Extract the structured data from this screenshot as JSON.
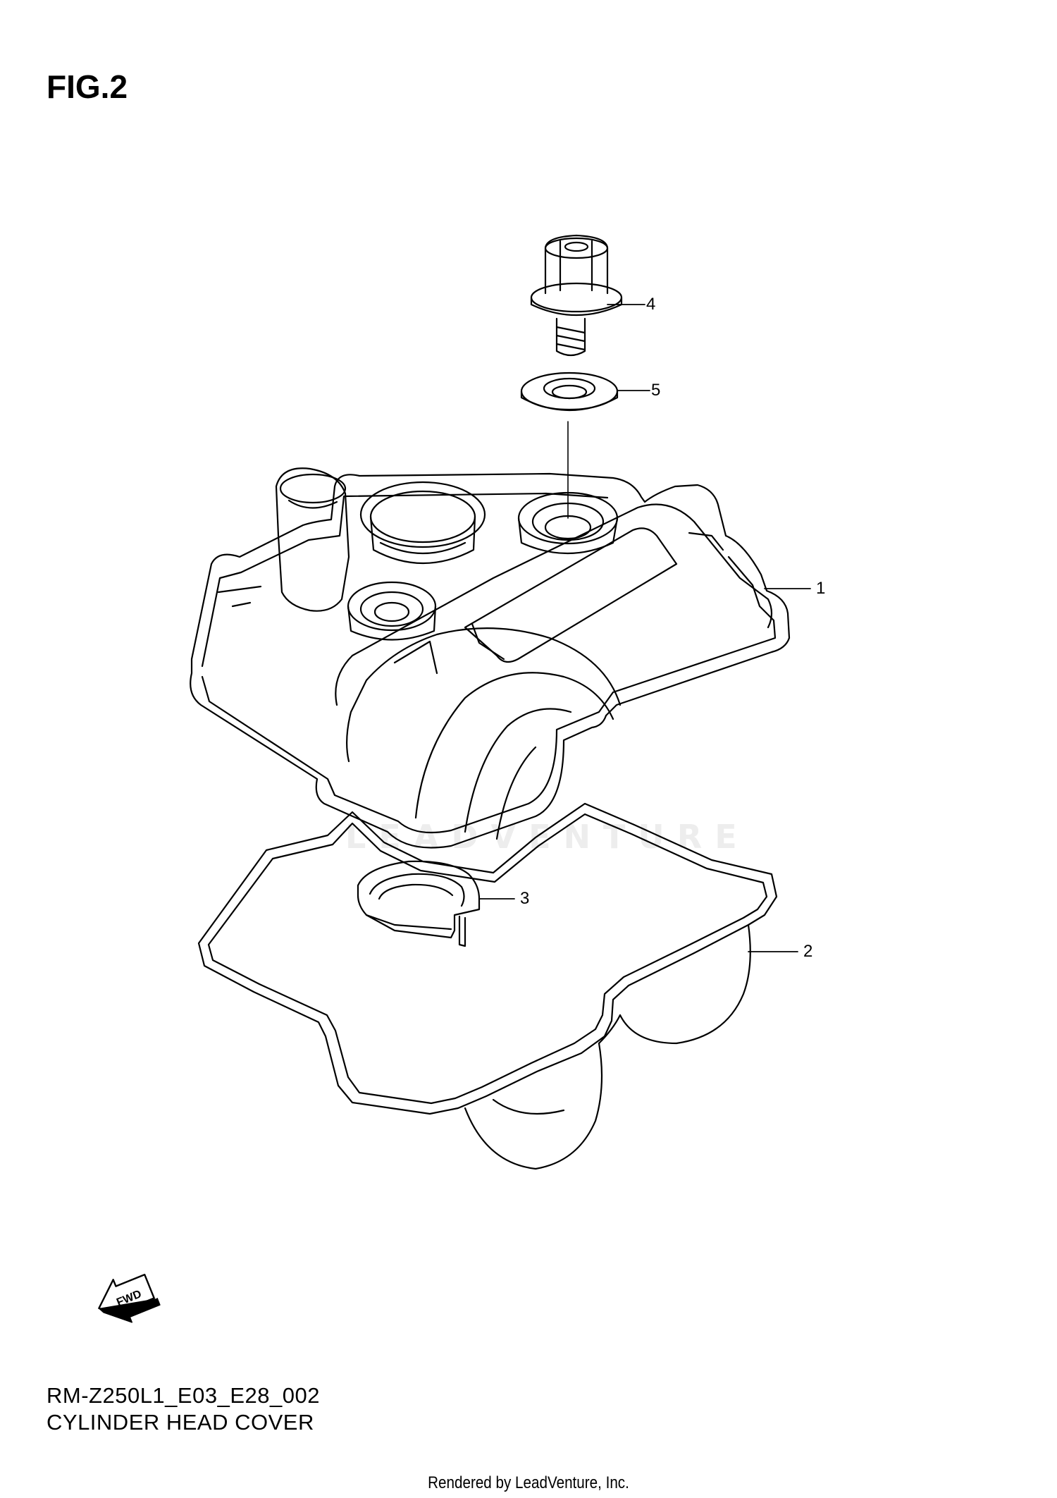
{
  "figure": {
    "title": "FIG.2"
  },
  "callouts": [
    {
      "number": "1",
      "part": "cylinder-head-cover"
    },
    {
      "number": "2",
      "part": "head-cover-gasket"
    },
    {
      "number": "3",
      "part": "plug-hole-seal"
    },
    {
      "number": "4",
      "part": "cover-bolt"
    },
    {
      "number": "5",
      "part": "bolt-washer-seal"
    }
  ],
  "fwd_label": "FWD",
  "watermark": "LEADVENTURE",
  "model_code": "RM-Z250L1_E03_E28_002",
  "section_name": "CYLINDER HEAD COVER",
  "footer": "Rendered by LeadVenture, Inc.",
  "colors": {
    "line": "#000000",
    "background": "#ffffff",
    "watermark": "#ededed"
  }
}
